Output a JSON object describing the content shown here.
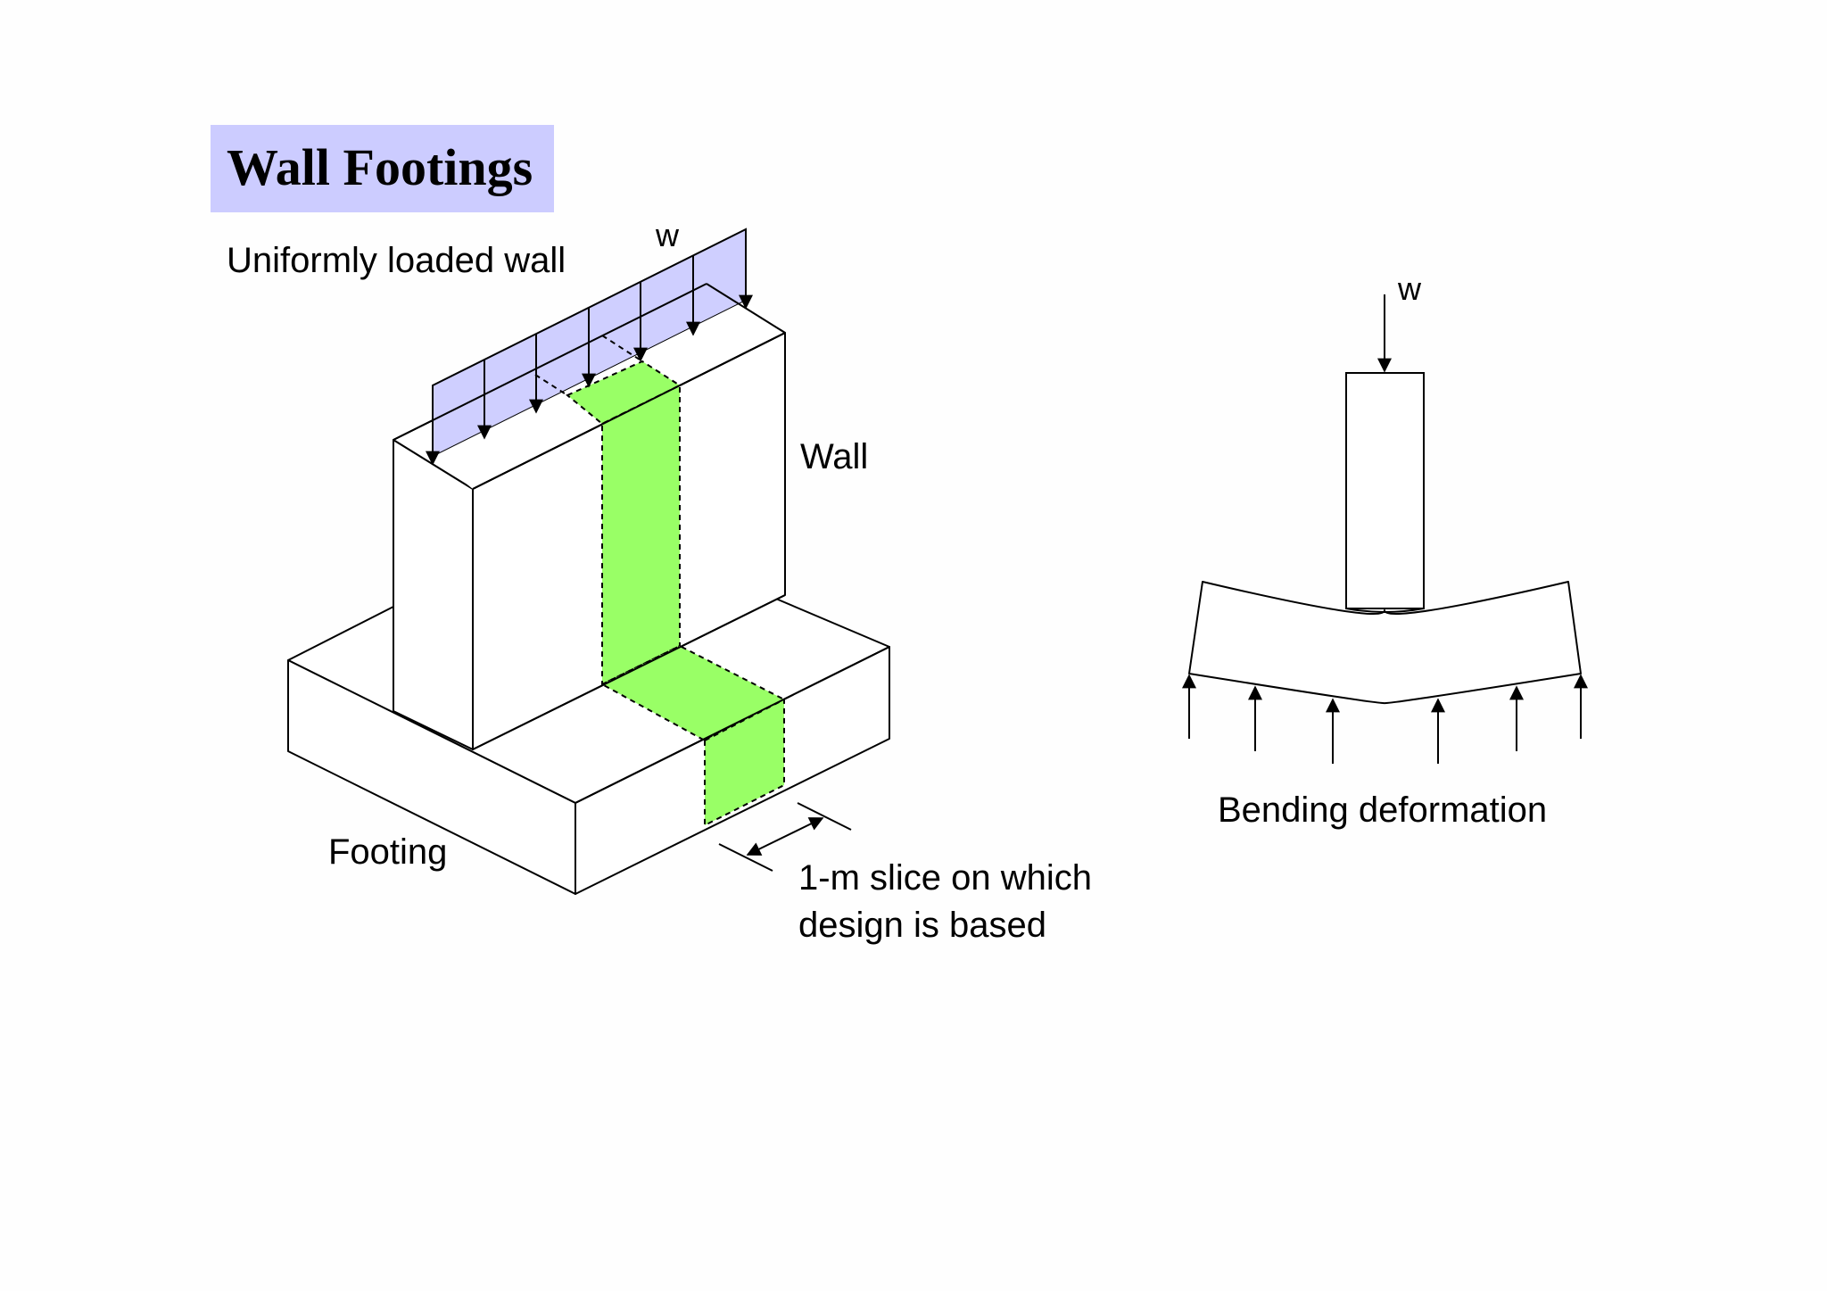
{
  "title": "Wall Footings",
  "labels": {
    "uniform_load": "Uniformly loaded wall",
    "load_symbol": "w",
    "wall": "Wall",
    "footing": "Footing",
    "slice_line1": "1-m slice on which",
    "slice_line2": "design is based",
    "bending": "Bending deformation",
    "load_symbol_right": "w"
  },
  "colors": {
    "title_bg": "#ccccff",
    "load_band": "#ccccff",
    "slice_fill": "#99ff66",
    "stroke": "#000000"
  }
}
